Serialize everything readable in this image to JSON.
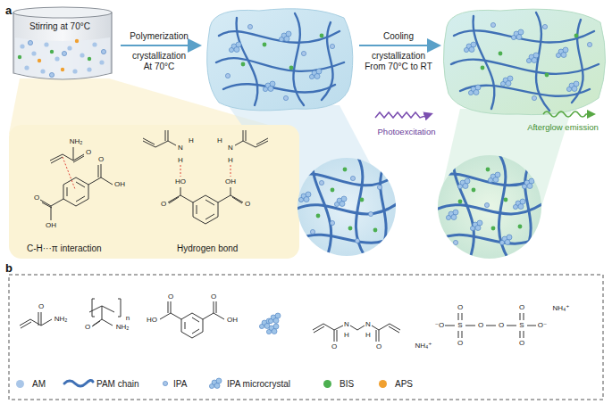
{
  "diagram": {
    "nodes": [
      {
        "text": [
          "Stirring at 70°C"
        ]
      },
      {
        "text": [
          "C-H···π interaction",
          "Hydrogen bond"
        ]
      }
    ],
    "labels": [
      "a",
      "Polymerization",
      "crystallization",
      "At 70°C",
      "Cooling",
      "crystallization",
      "From 70°C to RT",
      "Photoexcitation",
      "Afterglow emission",
      "b",
      "NH₂",
      "O",
      "O",
      "OH",
      "O",
      "OH",
      "H",
      "N",
      "H",
      "H",
      "N",
      "H",
      "HO",
      "O",
      "OH",
      "O",
      "O",
      "NH₂",
      "O",
      "NH₂",
      "n",
      "O",
      "HO",
      "O",
      "OH",
      "O",
      "N",
      "H",
      "N",
      "H",
      "O",
      "⁻O",
      "S",
      "O",
      "O",
      "O",
      "O",
      "S",
      "O",
      "O",
      "O⁻",
      "NH₄⁺",
      "NH₄⁺"
    ],
    "legend": [
      {
        "text": "AM",
        "color": "#a9c6e8"
      },
      {
        "text": "PAM chain"
      },
      {
        "text": "IPA"
      },
      {
        "text": "IPA microcrystal"
      },
      {
        "text": "BIS",
        "color": "#4caf50"
      },
      {
        "text": "APS",
        "color": "#f0a030"
      }
    ]
  }
}
